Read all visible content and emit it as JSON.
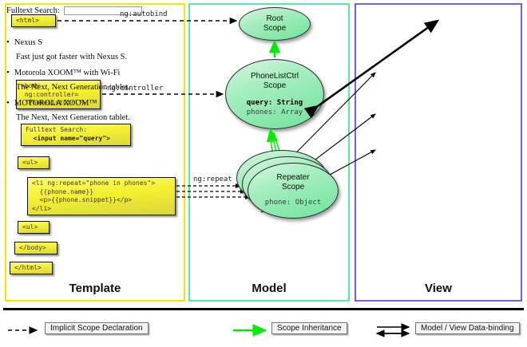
{
  "panels": [
    {
      "id": "template",
      "label": "Template",
      "border_color": "#f2e900"
    },
    {
      "id": "model",
      "label": "Model",
      "border_color": "#57eaa8"
    },
    {
      "id": "view",
      "label": "View",
      "border_color": "#7b5cf0"
    }
  ],
  "template": {
    "boxes": [
      {
        "name": "html-open",
        "lines": [
          "<html>"
        ]
      },
      {
        "name": "body-open",
        "lines": [
          "<body",
          " ng:controller=",
          " \"PhoneListCtrl\">"
        ]
      },
      {
        "name": "fulltext-search",
        "lines": [
          "Fulltext Search:",
          "  <input name=\"query\">"
        ]
      },
      {
        "name": "ul-open",
        "lines": [
          "<ul>"
        ]
      },
      {
        "name": "li-repeat",
        "lines": [
          "<li ng:repeat=\"phone in phones\">",
          "  {{phone.name}}",
          "  <p>{{phone.snippet}}</p>",
          "</li>"
        ]
      },
      {
        "name": "ul-close",
        "lines": [
          "<ul>"
        ]
      },
      {
        "name": "body-close",
        "lines": [
          "</body>"
        ]
      },
      {
        "name": "html-close",
        "lines": [
          "</html>"
        ]
      }
    ]
  },
  "model": {
    "scopes": [
      {
        "name": "root-scope",
        "title_lines": [
          "Root",
          "Scope"
        ],
        "props": []
      },
      {
        "name": "phonelistctrl-scope",
        "title_lines": [
          "PhoneListCtrl",
          "Scope"
        ],
        "props": [
          {
            "text": "query: String",
            "bold": true
          },
          {
            "text": "phones: Array",
            "bold": false
          }
        ]
      },
      {
        "name": "repeater-scope",
        "title_lines": [
          "Repeater",
          "Scope"
        ],
        "props": [
          {
            "text": "phone: Object",
            "bold": false
          }
        ]
      }
    ]
  },
  "view": {
    "search_label": "Fulltext Search:",
    "search_value": "",
    "phones": [
      {
        "name": "Nexus S",
        "snippet": "Fast just got faster with Nexus S."
      },
      {
        "name": "Motorola XOOM™  with Wi-Fi",
        "snippet": "The Next, Next Generation tablet."
      },
      {
        "name": "MOTOROLA XOOM™",
        "snippet": "The Next, Next Generation tablet."
      }
    ],
    "bullet_glyph": "•"
  },
  "edge_labels": [
    {
      "name": "ng-autobind",
      "text": "ng:autobind"
    },
    {
      "name": "ng-controller",
      "text": "ng:controller"
    },
    {
      "name": "ng-repeat",
      "text": "ng:repeat"
    }
  ],
  "legend": [
    {
      "name": "implicit-scope-declaration",
      "label": "Implicit Scope Declaration",
      "arrow": "dashed-black"
    },
    {
      "name": "scope-inheritance",
      "label": "Scope Inheritance",
      "arrow": "solid-green"
    },
    {
      "name": "model-view-data-binding",
      "label": "Model / View Data-binding",
      "arrow": "double-black"
    }
  ],
  "colors": {
    "template_border": "#f2e900",
    "model_border": "#57eaa8",
    "view_border": "#7b5cf0",
    "inheritance_green": "#00ee00",
    "code_box_yellow": "#f5f02e",
    "scope_green": "#6fe39b"
  }
}
